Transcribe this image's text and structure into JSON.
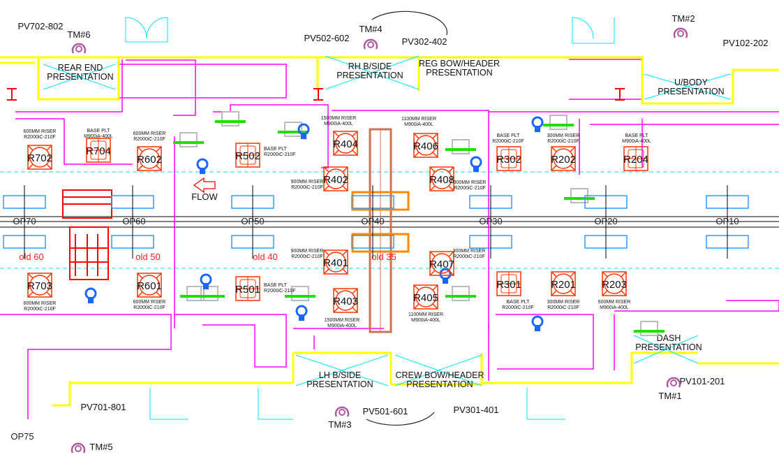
{
  "colors": {
    "magenta": "#ff00ff",
    "yellow": "#ffff00",
    "cyan": "#00e5ff",
    "robot": "#ff3300",
    "green": "#22dd00",
    "blue": "#1a66ff",
    "grey": "#808080",
    "red": "#ff0000",
    "tm": "#b05aa0"
  },
  "flow": {
    "label": "FLOW"
  },
  "pv_labels": [
    "PV702-802",
    "PV502-602",
    "PV302-402",
    "PV102-202",
    "PV701-801",
    "PV501-601",
    "PV301-401",
    "PV101-201"
  ],
  "tm_labels": [
    "TM#6",
    "TM#4",
    "TM#2",
    "TM#5",
    "TM#3",
    "TM#1"
  ],
  "presentations": [
    {
      "line1": "REAR END",
      "line2": "PRESENTATION"
    },
    {
      "line1": "RH B/SIDE",
      "line2": "PRESENTATION"
    },
    {
      "line1": "REG BOW/HEADER",
      "line2": "PRESENTATION"
    },
    {
      "line1": "U/BODY",
      "line2": "PRESENTATION"
    },
    {
      "line1": "LH B/SIDE",
      "line2": "PRESENTATION"
    },
    {
      "line1": "CREW BOW/HEADER",
      "line2": "PRESENTATION"
    },
    {
      "line1": "DASH",
      "line2": "PRESENTATION"
    }
  ],
  "operations": [
    "OP70",
    "OP60",
    "OP50",
    "OP40",
    "OP30",
    "OP20",
    "OP10",
    "OP75"
  ],
  "old_stations": [
    "old 60",
    "old 50",
    "old 40",
    "old 35"
  ],
  "robots": [
    {
      "id": "R702",
      "type": "round",
      "spec": [
        "600MM RISER",
        "R2000iC-210F"
      ]
    },
    {
      "id": "R704",
      "type": "square",
      "spec": [
        "BASE PLT",
        "M900iA-400L"
      ]
    },
    {
      "id": "R602",
      "type": "round",
      "spec": [
        "600MM RISER",
        "R2000iC-210F"
      ]
    },
    {
      "id": "R502",
      "type": "square",
      "spec": [
        "BASE PLT",
        "R2000iC-210F"
      ]
    },
    {
      "id": "R404",
      "type": "round",
      "spec": [
        "1500MM RISER",
        "M900iA-400L"
      ]
    },
    {
      "id": "R402",
      "type": "round",
      "spec": [
        "900MM RISER",
        "R2000iC-210F"
      ]
    },
    {
      "id": "R406",
      "type": "round",
      "spec": [
        "1100MM RISER",
        "M900iA-400L"
      ]
    },
    {
      "id": "R408",
      "type": "round",
      "spec": [
        "300MM RISER",
        "R2000iC-210F"
      ]
    },
    {
      "id": "R302",
      "type": "square",
      "spec": [
        "BASE PLT",
        "R2000iC-210F"
      ]
    },
    {
      "id": "R202",
      "type": "round",
      "spec": [
        "300MM RISER",
        "R2000iC-210F"
      ]
    },
    {
      "id": "R204",
      "type": "square",
      "spec": [
        "BASE PLT",
        "M900iA-400L"
      ]
    },
    {
      "id": "R703",
      "type": "round",
      "spec": [
        "600MM RISER",
        "R2000iC-210F"
      ]
    },
    {
      "id": "R601",
      "type": "round",
      "spec": [
        "600MM RISER",
        "R2000iC-210F"
      ]
    },
    {
      "id": "R501",
      "type": "square",
      "spec": [
        "BASE PLT",
        "R2000iC-210F"
      ]
    },
    {
      "id": "R401",
      "type": "round",
      "spec": [
        "900MM RISER",
        "R2000iC-210F"
      ]
    },
    {
      "id": "R403",
      "type": "round",
      "spec": [
        "1500MM RISER",
        "M900iA-400L"
      ]
    },
    {
      "id": "R407",
      "type": "round",
      "spec": [
        "300MM RISER",
        "R2000iC-210F"
      ]
    },
    {
      "id": "R405",
      "type": "round",
      "spec": [
        "1100MM RISER",
        "M900iA-400L"
      ]
    },
    {
      "id": "R301",
      "type": "square",
      "spec": [
        "BASE PLT",
        "R2000iC-210F"
      ]
    },
    {
      "id": "R201",
      "type": "round",
      "spec": [
        "300MM RISER",
        "R2000iC-210F"
      ]
    },
    {
      "id": "R203",
      "type": "round",
      "spec": [
        "600MM RISER",
        "M900iA-400L"
      ]
    }
  ]
}
